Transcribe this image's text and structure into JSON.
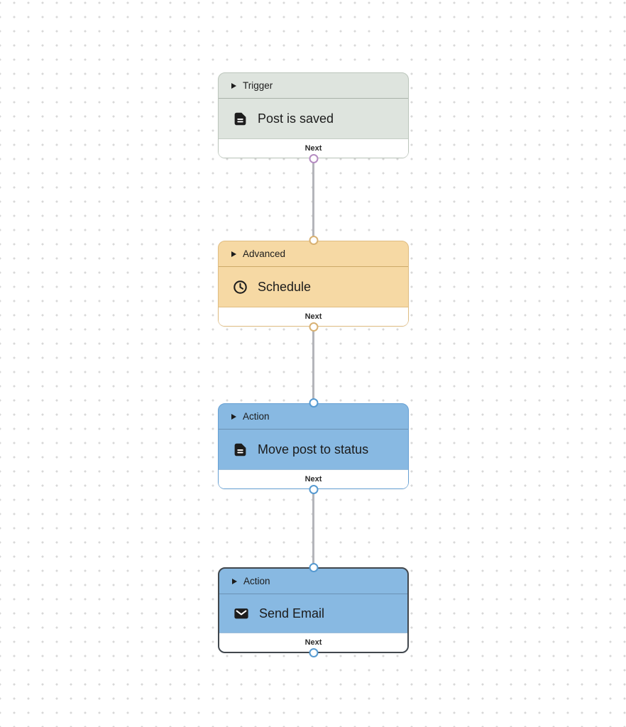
{
  "canvas": {
    "background_color": "#ffffff",
    "dot_color": "#d8d8d8"
  },
  "connector_color": "#b4b5ba",
  "nodes": [
    {
      "type_label": "Trigger",
      "title": "Post is saved",
      "port_label": "Next",
      "icon": "document-icon",
      "fill": "#dee4de",
      "border": "#bcc6bc",
      "handle_color": "#b58cc2",
      "selected": false
    },
    {
      "type_label": "Advanced",
      "title": "Schedule",
      "port_label": "Next",
      "icon": "clock-icon",
      "fill": "#f6d9a4",
      "border": "#e0bd82",
      "handle_color": "#d8b173",
      "selected": false
    },
    {
      "type_label": "Action",
      "title": "Move post to status",
      "port_label": "Next",
      "icon": "document-icon",
      "fill": "#88b9e2",
      "border": "#66a0d4",
      "handle_color": "#569ad1",
      "selected": false
    },
    {
      "type_label": "Action",
      "title": "Send Email",
      "port_label": "Next",
      "icon": "mail-icon",
      "fill": "#88b9e2",
      "border": "#41474d",
      "handle_color": "#569ad1",
      "selected": true
    }
  ],
  "edges": [
    {
      "from": "Post is saved",
      "to": "Schedule"
    },
    {
      "from": "Schedule",
      "to": "Move post to status"
    },
    {
      "from": "Move post to status",
      "to": "Send Email"
    }
  ]
}
